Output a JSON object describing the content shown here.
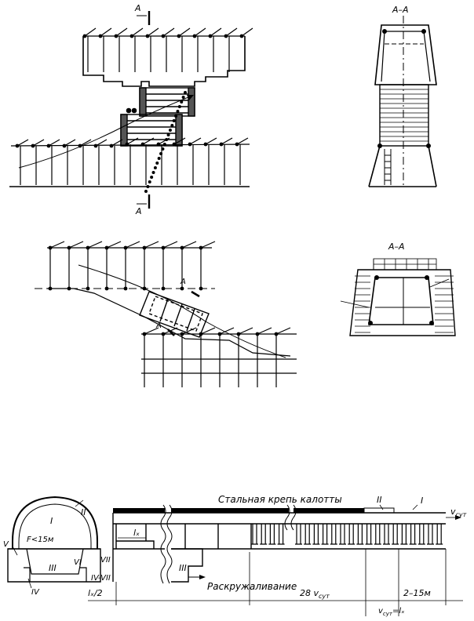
{
  "labels": {
    "section_marker": "A",
    "section_title_1": "A–A",
    "section_title_2": "A–A",
    "steel_support": "Стальная крепь калотты",
    "decentering": "Раскружаливание",
    "span": "F<15м",
    "lx": "lₓ",
    "half_lx": "lₓ/2",
    "distance_28": "28 v",
    "distance_28_sub": "сут",
    "v_sut": "v",
    "v_sut_sub": "сут",
    "v_eq": "v",
    "v_eq_sub": "сут",
    "v_eq_rest": "=lₓ",
    "distance_2_15": "2–15м",
    "stage_I": "I",
    "stage_II": "II",
    "stage_III": "III",
    "stage_IV": "IV",
    "stage_V": "V",
    "stage_VI": "VI",
    "stage_VII": "VII",
    "stage_IV_VII": "IV-VII"
  }
}
